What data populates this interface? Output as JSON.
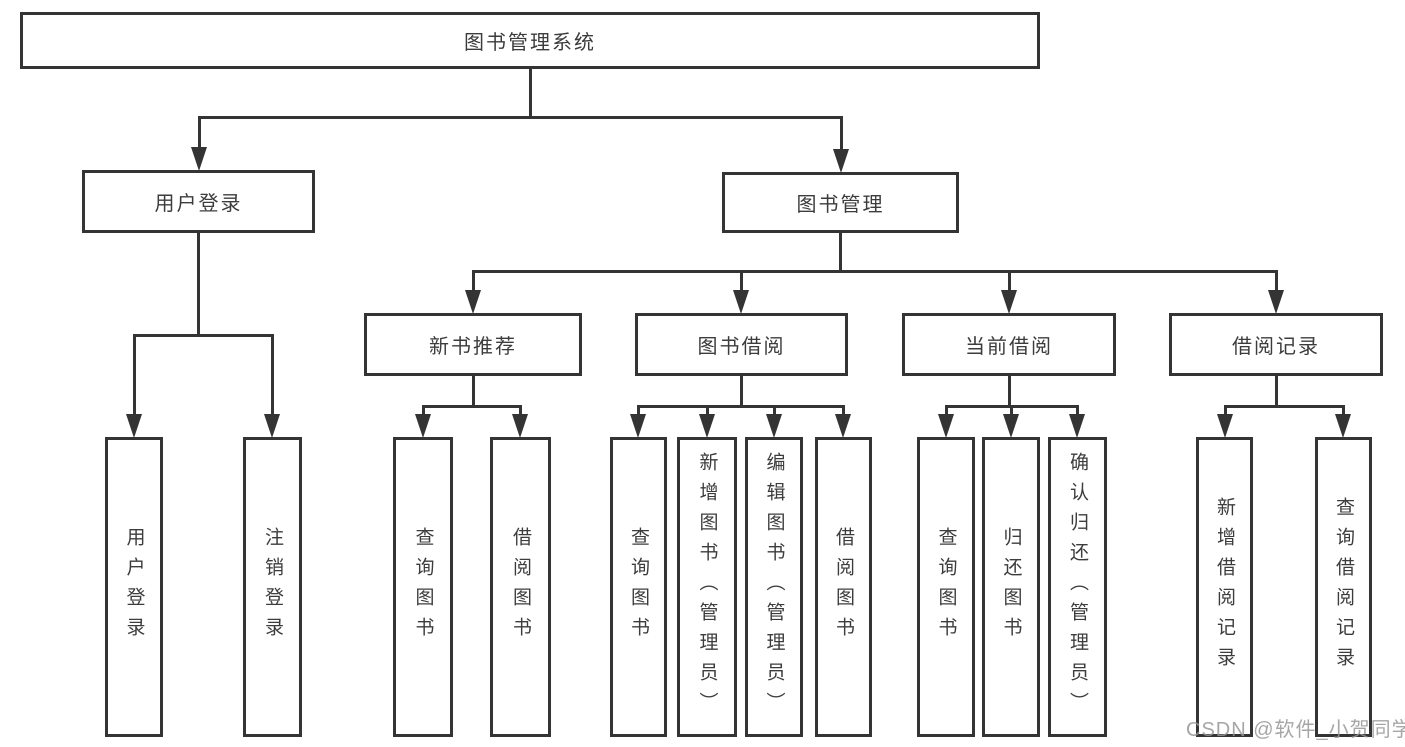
{
  "tree": {
    "root": {
      "label": "图书管理系统"
    },
    "user_login": {
      "label": "用户登录",
      "children": [
        {
          "label": "用户登录"
        },
        {
          "label": "注销登录"
        }
      ]
    },
    "book_mgmt": {
      "label": "图书管理",
      "children": [
        {
          "label": "新书推荐",
          "children": [
            {
              "label": "查询图书"
            },
            {
              "label": "借阅图书"
            }
          ]
        },
        {
          "label": "图书借阅",
          "children": [
            {
              "label": "查询图书"
            },
            {
              "label": "新增图书（管理员）"
            },
            {
              "label": "编辑图书（管理员）"
            },
            {
              "label": "借阅图书"
            }
          ]
        },
        {
          "label": "当前借阅",
          "children": [
            {
              "label": "查询图书"
            },
            {
              "label": "归还图书"
            },
            {
              "label": "确认归还（管理员）"
            }
          ]
        },
        {
          "label": "借阅记录",
          "children": [
            {
              "label": "新增借阅记录"
            },
            {
              "label": "查询借阅记录"
            }
          ]
        }
      ]
    }
  },
  "watermark": {
    "text": "CSDN @软件_小贺同学"
  },
  "colors": {
    "line": "#343434",
    "text": "#3c3c3c",
    "watermark": "#969696",
    "background": "#ffffff"
  }
}
